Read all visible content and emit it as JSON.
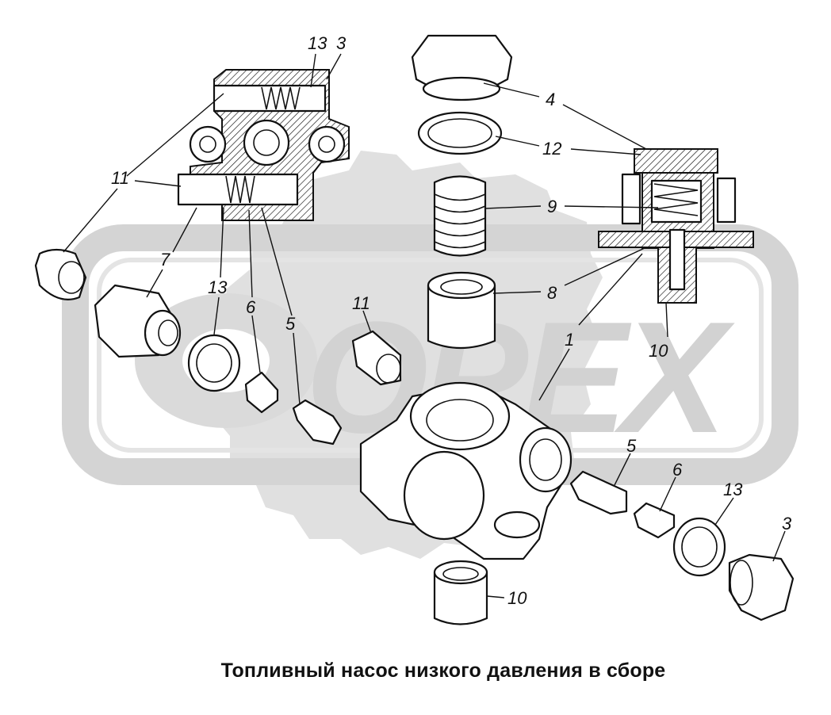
{
  "caption": "Топливный насос низкого давления в сборе",
  "watermark": {
    "text": "OPEX",
    "color": "#d2d2d2"
  },
  "labels": [
    {
      "id": "l13a",
      "text": "13"
    },
    {
      "id": "l3a",
      "text": "3"
    },
    {
      "id": "l4",
      "text": "4"
    },
    {
      "id": "l12",
      "text": "12"
    },
    {
      "id": "l11a",
      "text": "11"
    },
    {
      "id": "l9",
      "text": "9"
    },
    {
      "id": "l7",
      "text": "7"
    },
    {
      "id": "l13b",
      "text": "13"
    },
    {
      "id": "l6a",
      "text": "6"
    },
    {
      "id": "l8",
      "text": "8"
    },
    {
      "id": "l11b",
      "text": "11"
    },
    {
      "id": "l5a",
      "text": "5"
    },
    {
      "id": "l1",
      "text": "1"
    },
    {
      "id": "l10a",
      "text": "10"
    },
    {
      "id": "l5b",
      "text": "5"
    },
    {
      "id": "l6b",
      "text": "6"
    },
    {
      "id": "l13c",
      "text": "13"
    },
    {
      "id": "l3b",
      "text": "3"
    },
    {
      "id": "l10b",
      "text": "10"
    }
  ]
}
